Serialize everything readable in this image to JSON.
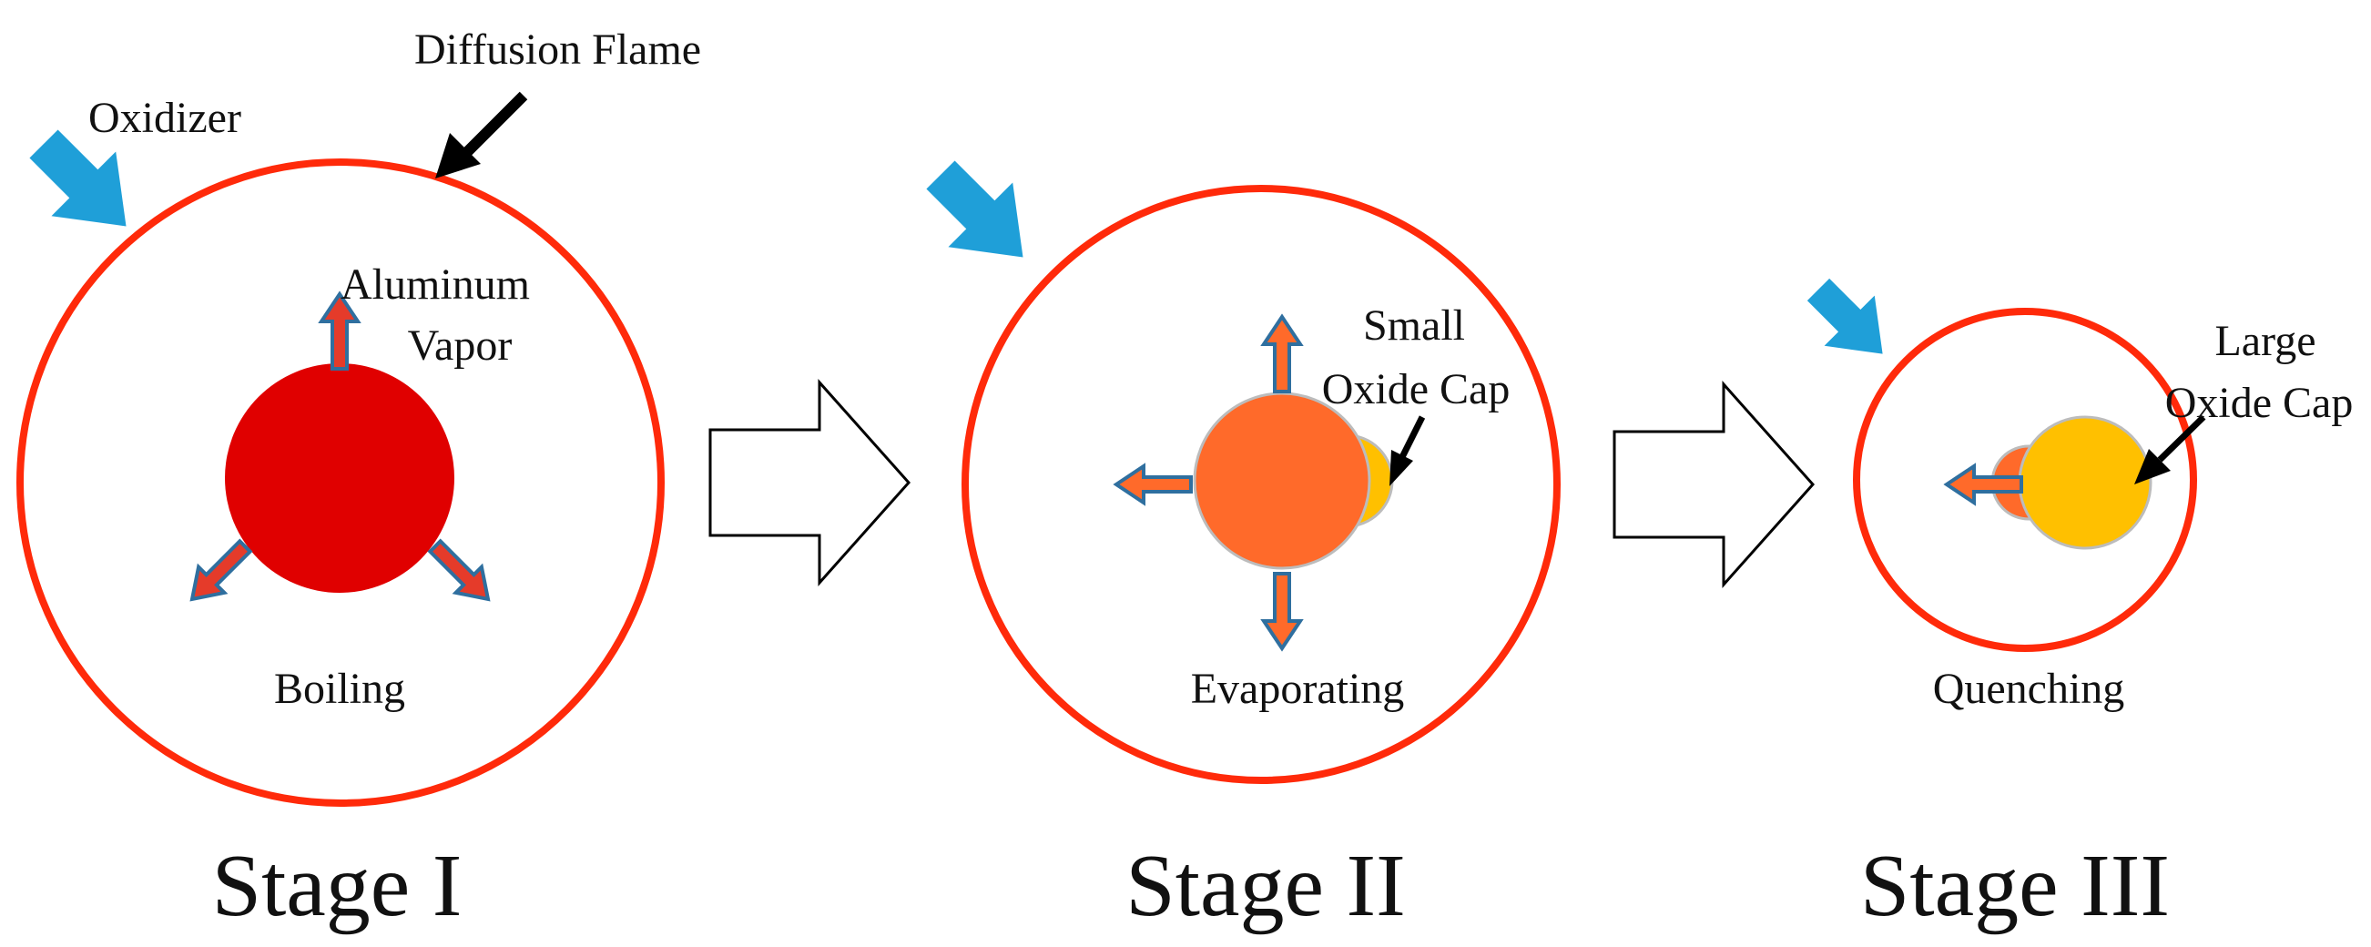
{
  "labels": {
    "diffusion_flame": "Diffusion Flame",
    "oxidizer": "Oxidizer",
    "aluminum_vapor_line1": "Aluminum",
    "aluminum_vapor_line2": "Vapor",
    "small_cap_line1": "Small",
    "small_cap_line2": "Oxide Cap",
    "large_cap_line1": "Large",
    "large_cap_line2": "Oxide Cap"
  },
  "stages": [
    {
      "title": "Stage I",
      "process": "Boiling"
    },
    {
      "title": "Stage II",
      "process": "Evaporating"
    },
    {
      "title": "Stage III",
      "process": "Quenching"
    }
  ],
  "colors": {
    "flame": "#ff2a0a",
    "droplet_stage1": "#e00000",
    "droplet_stage2": "#ff6a2a",
    "oxide_cap": "#ffc000",
    "oxidizer_arrow": "#1f9fd8",
    "vapor_arrow_fill": "#e53b2a",
    "vapor_arrow_outline": "#2f6f9f"
  },
  "icons": {
    "oxidizer": "oxidizer-arrow-icon",
    "vapor": "vapor-arrow-icon",
    "transition": "stage-transition-arrow-icon",
    "pointer": "pointer-arrow-icon"
  }
}
